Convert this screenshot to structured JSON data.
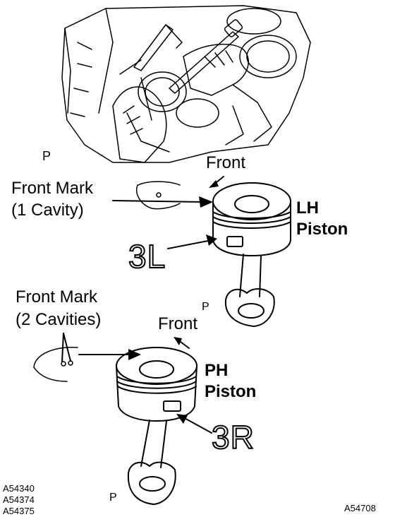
{
  "labels": {
    "p_top": "P",
    "front_upper": "Front",
    "front_mark_1_line1": "Front Mark",
    "front_mark_1_line2": "(1 Cavity)",
    "lh_piston_line1": "LH",
    "lh_piston_line2": "Piston",
    "code_3l": "3L",
    "front_mark_2_line1": "Front Mark",
    "front_mark_2_line2": "(2 Cavities)",
    "p_mid": "P",
    "front_lower": "Front",
    "ph_piston_line1": "PH",
    "ph_piston_line2": "Piston",
    "code_3r": "3R",
    "p_bottom": "P"
  },
  "figure_codes": {
    "left": [
      "A54340",
      "A54374",
      "A54375"
    ],
    "right": "A54708"
  },
  "colors": {
    "ink": "#000000",
    "paper": "#ffffff"
  }
}
